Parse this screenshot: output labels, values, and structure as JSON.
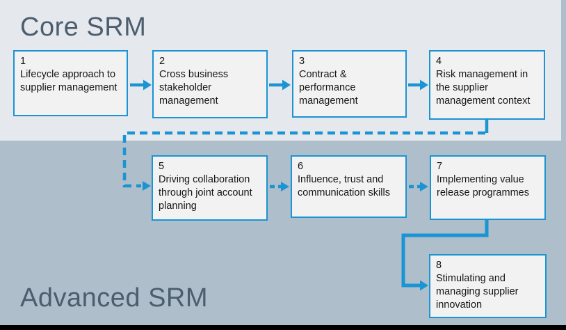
{
  "sections": {
    "core": {
      "title": "Core SRM"
    },
    "advanced": {
      "title": "Advanced SRM"
    }
  },
  "modules": [
    {
      "num": "1",
      "label": "Lifecycle approach to supplier management"
    },
    {
      "num": "2",
      "label": "Cross business stakeholder management"
    },
    {
      "num": "3",
      "label": "Contract & performance management"
    },
    {
      "num": "4",
      "label": "Risk management in the supplier management context"
    },
    {
      "num": "5",
      "label": "Driving collaboration through joint account planning"
    },
    {
      "num": "6",
      "label": "Influence, trust and communication skills"
    },
    {
      "num": "7",
      "label": "Implementing value release programmes"
    },
    {
      "num": "8",
      "label": "Stimulating and managing supplier innovation"
    }
  ],
  "flow": {
    "solid_arrows": [
      "1-2",
      "2-3",
      "3-4",
      "7-8"
    ],
    "dashed_arrows": [
      "4-5",
      "5-6",
      "6-7"
    ]
  },
  "colors": {
    "accent_blue": "#1b94d3",
    "core_bg": "#e5e9ed",
    "advanced_bg": "#aebecb",
    "box_fill": "#f2f2f2",
    "title_text": "#4c5d6e",
    "bottom_border": "#000000"
  }
}
